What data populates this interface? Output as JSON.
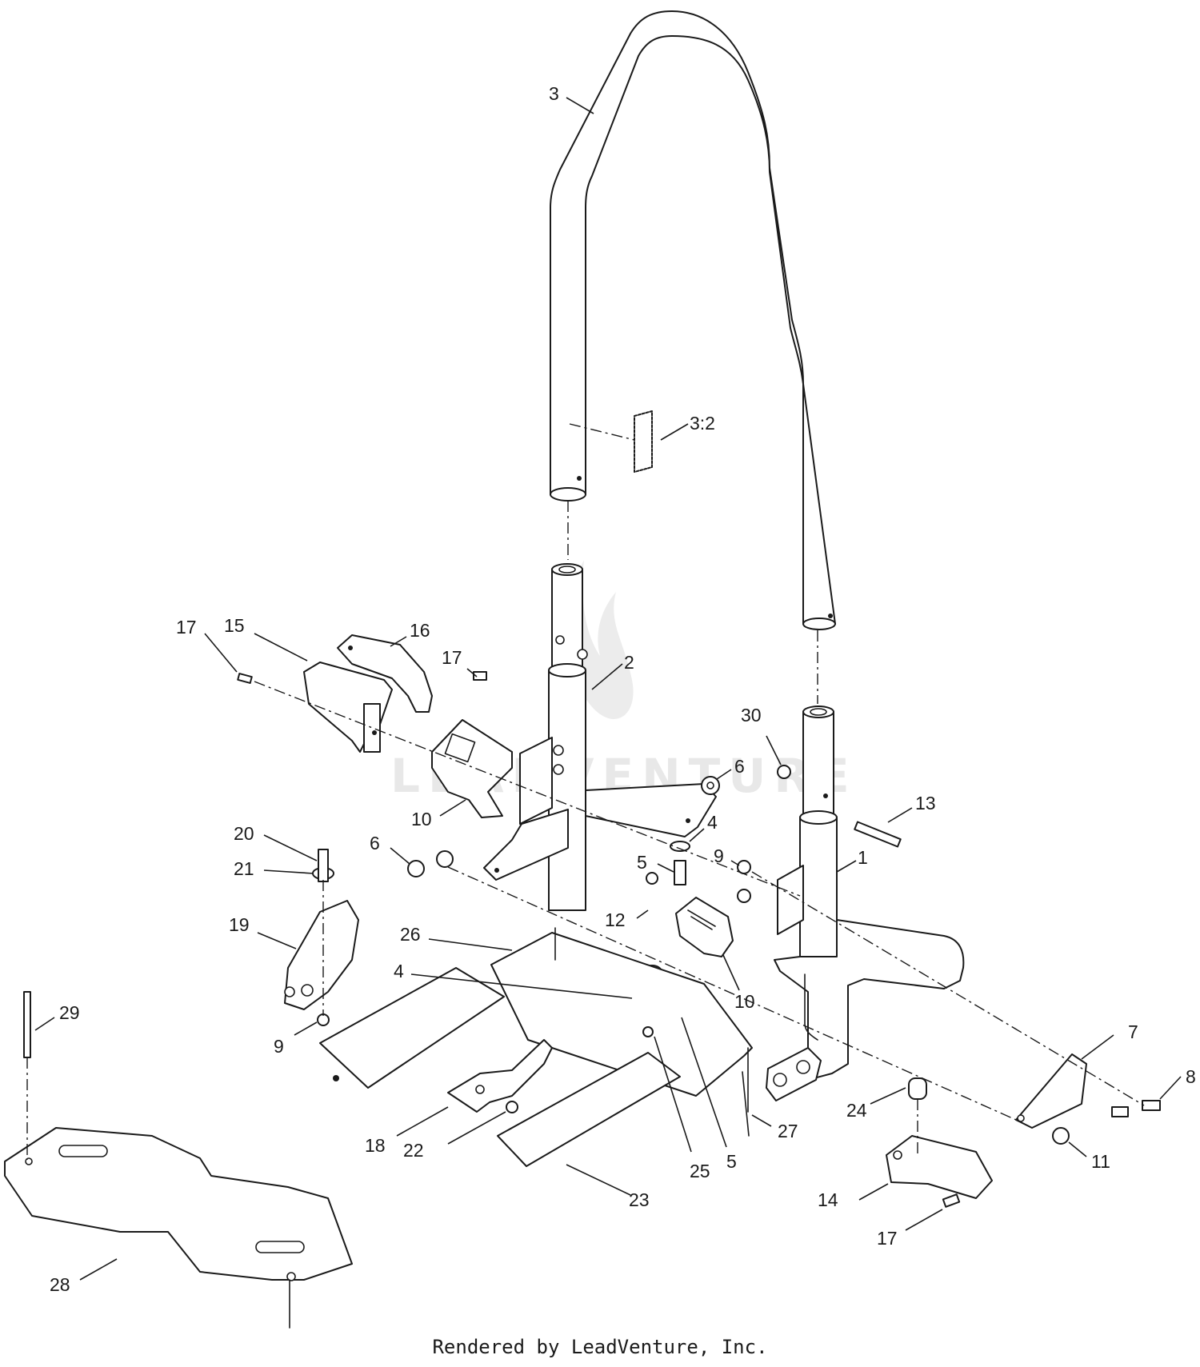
{
  "watermark": {
    "text": "LEADVENTURE"
  },
  "footer": {
    "text": "Rendered by LeadVenture, Inc."
  },
  "callouts": {
    "c3": "3",
    "c3_2": "3:2",
    "c17a": "17",
    "c15": "15",
    "c16": "16",
    "c17b": "17",
    "c2": "2",
    "c30": "30",
    "c6a": "6",
    "c13": "13",
    "c10a": "10",
    "c4a": "4",
    "c20": "20",
    "c6b": "6",
    "c9a": "9",
    "c1": "1",
    "c5a": "5",
    "c21": "21",
    "c12": "12",
    "c19": "19",
    "c26": "26",
    "c4b": "4",
    "c10b": "10",
    "c29": "29",
    "c9b": "9",
    "c7": "7",
    "c8": "8",
    "c24": "24",
    "c27": "27",
    "c18": "18",
    "c22": "22",
    "c5b": "5",
    "c25": "25",
    "c11": "11",
    "c23": "23",
    "c14": "14",
    "c17c": "17",
    "c28": "28"
  }
}
